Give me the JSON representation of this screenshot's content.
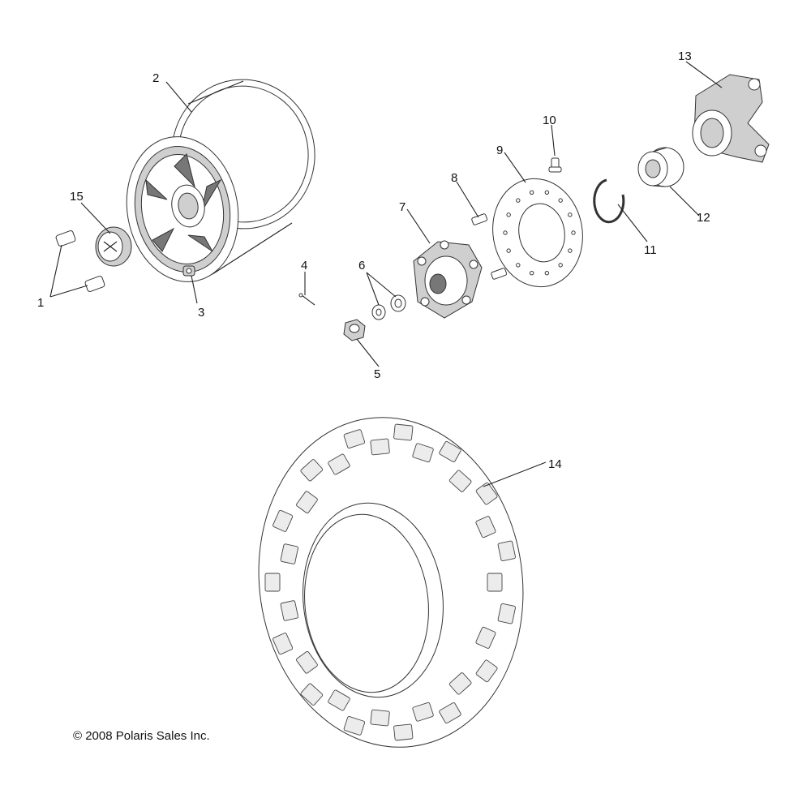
{
  "copyright": "© 2008 Polaris Sales Inc.",
  "callouts": [
    {
      "id": "c1",
      "label": "1"
    },
    {
      "id": "c2",
      "label": "2"
    },
    {
      "id": "c3",
      "label": "3"
    },
    {
      "id": "c4",
      "label": "4"
    },
    {
      "id": "c5",
      "label": "5"
    },
    {
      "id": "c6",
      "label": "6"
    },
    {
      "id": "c7",
      "label": "7"
    },
    {
      "id": "c8",
      "label": "8"
    },
    {
      "id": "c9",
      "label": "9"
    },
    {
      "id": "c10",
      "label": "10"
    },
    {
      "id": "c11",
      "label": "11"
    },
    {
      "id": "c12",
      "label": "12"
    },
    {
      "id": "c13",
      "label": "13"
    },
    {
      "id": "c14",
      "label": "14"
    },
    {
      "id": "c15",
      "label": "15"
    }
  ]
}
